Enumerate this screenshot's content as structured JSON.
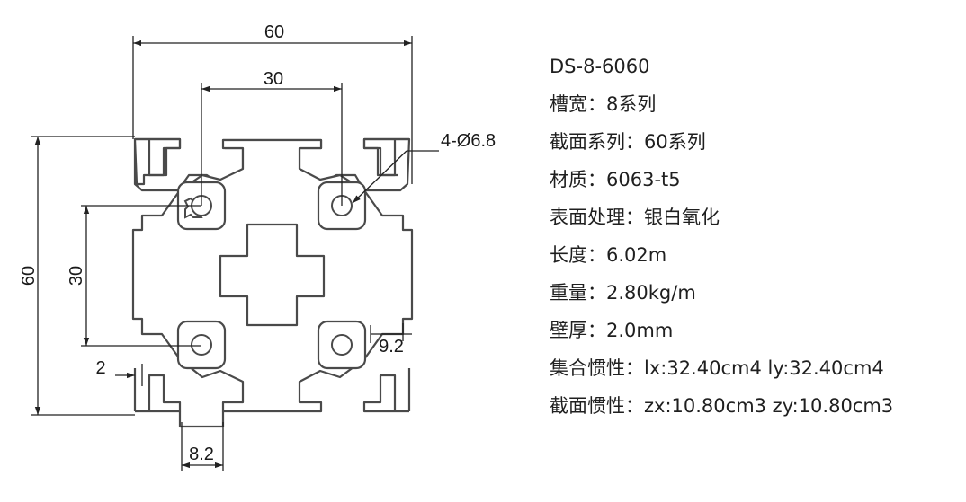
{
  "drawing": {
    "dims": {
      "top_width": "60",
      "inner_width": "30",
      "hole": "4-Ø6.8",
      "left_height": "60",
      "inner_height": "30",
      "slot_wall": "9.2",
      "lip": "2",
      "slot_width": "8.2"
    }
  },
  "specs": [
    "DS-8-6060",
    "槽宽：8系列",
    "截面系列：60系列",
    "材质：6063-t5",
    "表面处理：银白氧化",
    "长度：6.02m",
    "重量：2.80kg/m",
    "壁厚：2.0mm",
    "集合惯性：lx:32.40cm4 ly:32.40cm4",
    "截面惯性：zx:10.80cm3 zy:10.80cm3"
  ]
}
